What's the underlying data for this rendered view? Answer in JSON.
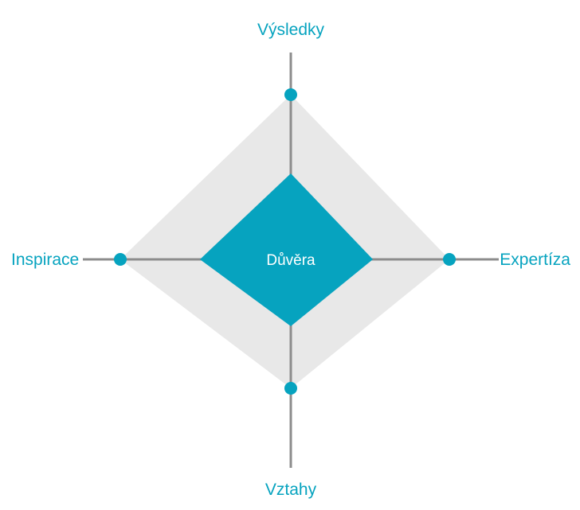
{
  "diagram": {
    "center_label": "Důvěra",
    "axes": {
      "top": "Výsledky",
      "right": "Expertíza",
      "bottom": "Vztahy",
      "left": "Inspirace"
    }
  },
  "colors": {
    "accent": "#06a3bf",
    "outer_fill": "#e8e8e8",
    "axis_line": "#8c8c8c",
    "center_text": "#ffffff"
  }
}
